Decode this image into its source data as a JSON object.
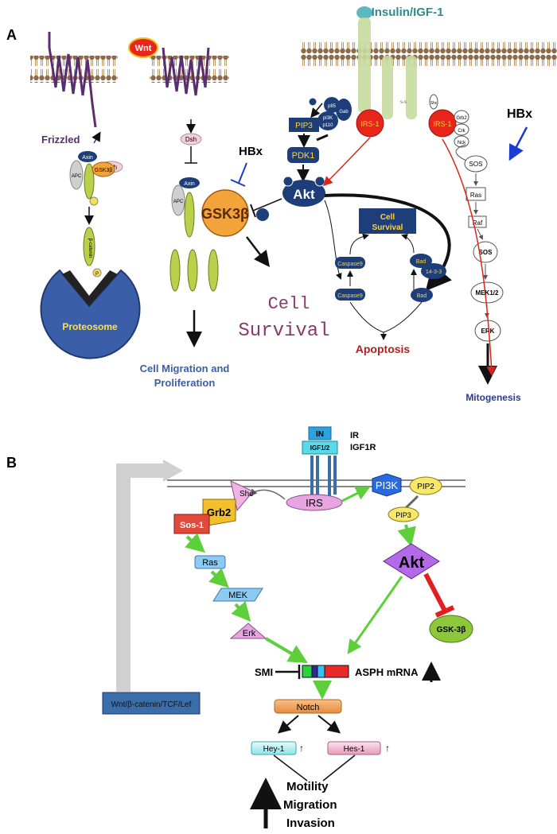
{
  "panel_a": {
    "label": "A",
    "wnt": "Wnt",
    "frizzled": "Frizzled",
    "dsh": "Dsh",
    "apc": "APC",
    "axin": "Axin",
    "gsk_small": "GSK3β",
    "beta_catenin": "β-catenin",
    "p": "P",
    "proteosome": "Proteosome",
    "gsk_big": "GSK3β",
    "hbx": "HBx",
    "cell_migration": "Cell Migration and",
    "proliferation": "Proliferation",
    "cell_survival_1": "Cell",
    "cell_survival_2": "Survival",
    "insulin": "Insulin/IGF-1",
    "pip3": "PIP3",
    "pdk1": "PDK1",
    "akt": "Akt",
    "irs1": "IRS-1",
    "p85": "p85",
    "gab": "Gab",
    "pi3k": "pI3K",
    "p110": "p110",
    "shc": "Shc",
    "ss": "s-s",
    "grb2": "Grb2",
    "crk": "Crk",
    "nck": "Nck",
    "sos": "SOS",
    "ras": "Ras",
    "raf": "Raf",
    "mek": "MEK1/2",
    "erk": "ERK",
    "mitogenesis": "Mitogenesis",
    "survival_box_1": "Cell",
    "survival_box_2": "Survival",
    "caspase9": "Caspase9",
    "bad": "Bad",
    "p1433": "14-3-3",
    "apoptosis": "Apoptosis"
  },
  "panel_b": {
    "label": "B",
    "in": "IN",
    "igf12": "IGF1/2",
    "ir": "IR",
    "igf1r": "IGF1R",
    "shc": "Shc",
    "grb2": "Grb2",
    "sos1": "Sos-1",
    "irs": "IRS",
    "pi3k": "PI3K",
    "pip2": "PIP2",
    "pip3": "PIP3",
    "ras": "Ras",
    "mek": "MEK",
    "erk": "Erk",
    "akt": "Akt",
    "gsk": "GSK-3β",
    "smi": "SMI",
    "asph": "ASPH mRNA",
    "notch": "Notch",
    "hey1": "Hey-1",
    "hes1": "Hes-1",
    "up": "↑",
    "wnt_box": "Wnt/β-catenin/TCF/Lef",
    "motility": "Motility",
    "migration": "Migration",
    "invasion": "Invasion"
  }
}
